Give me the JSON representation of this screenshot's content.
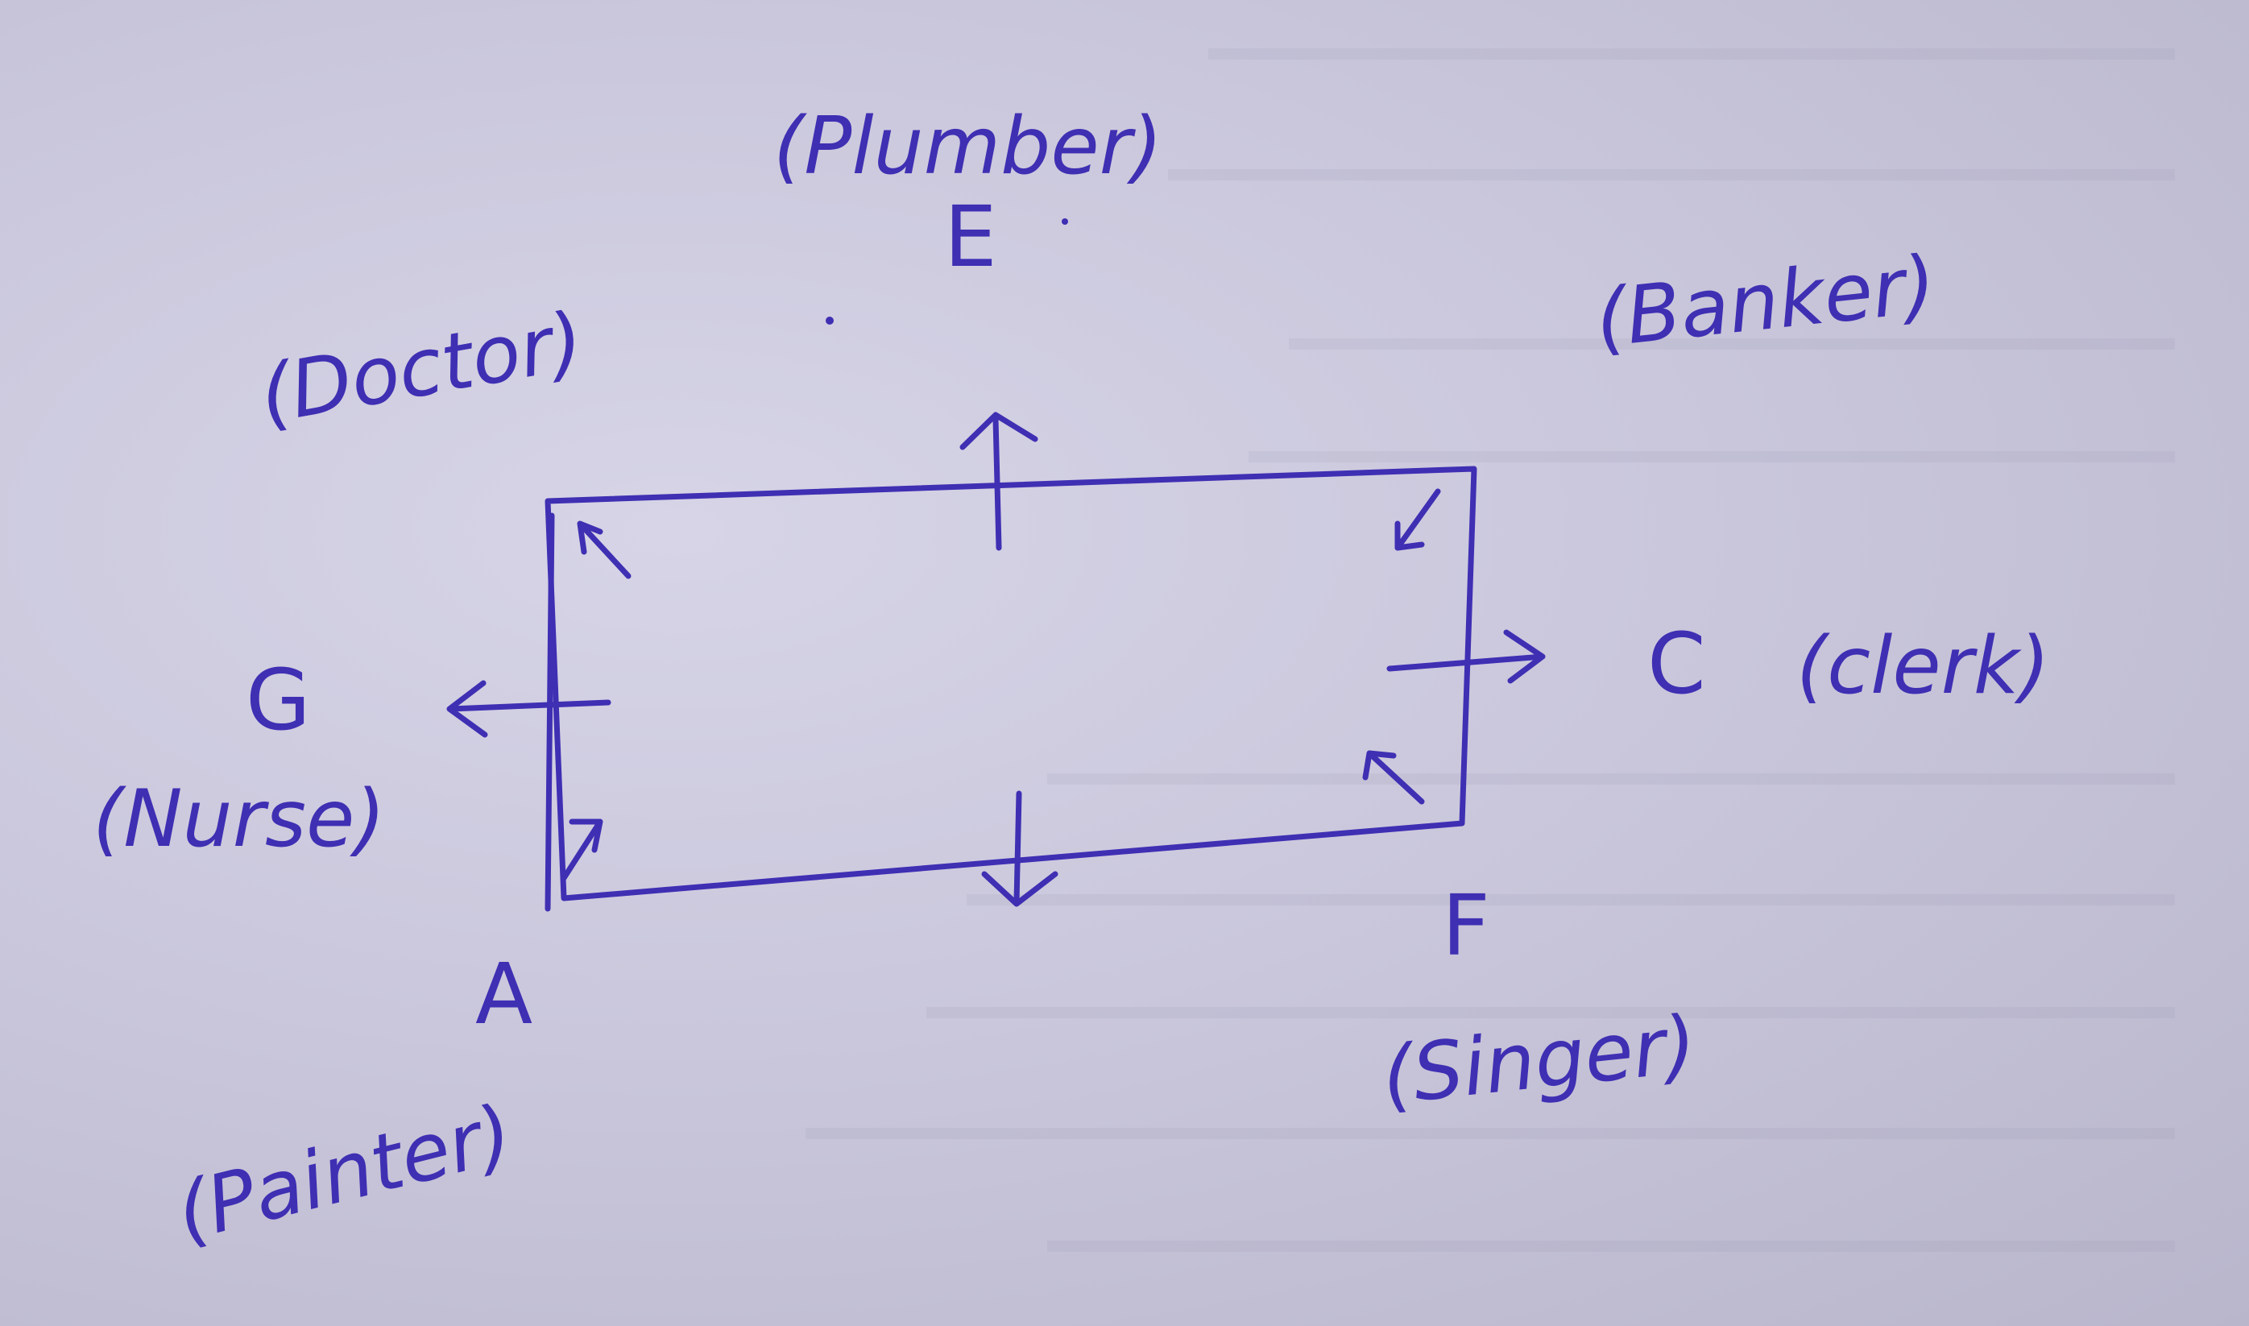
{
  "labels": {
    "e_letter": "E",
    "e_role": "(Plumber)",
    "a_letter": "A",
    "a_role": "(Painter)",
    "f_letter": "F",
    "f_role": "(Singer)",
    "c_letter": "C",
    "c_role": "(clerk)",
    "g_letter": "G",
    "g_role": "(Nurse)",
    "top_left_role": "(Doctor)",
    "top_right_role": "(Banker)"
  },
  "colors": {
    "ink": "#3f2fb3",
    "paper": "#cac7dc"
  }
}
